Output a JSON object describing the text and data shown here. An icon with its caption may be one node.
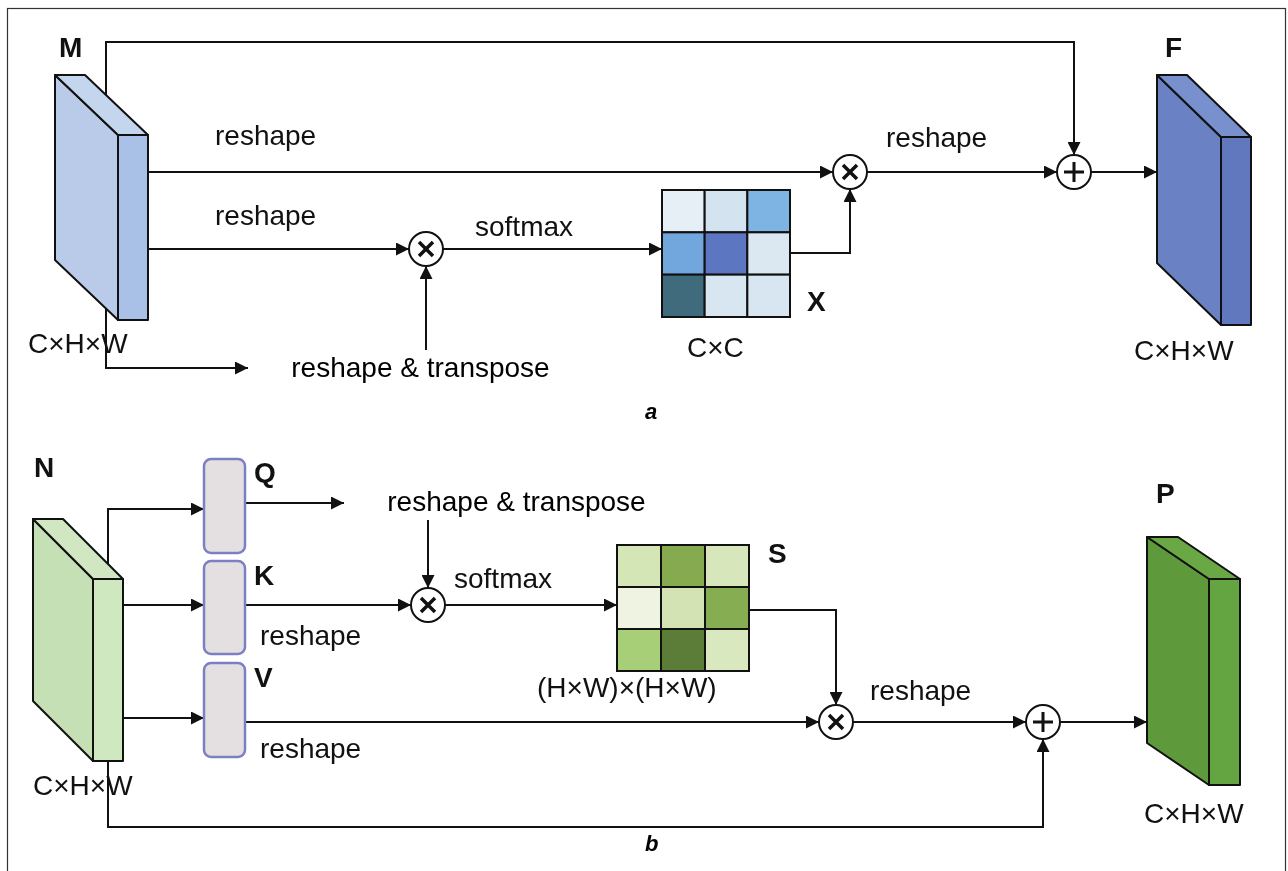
{
  "diagram": {
    "nodes": [
      {
        "text": [
          "M"
        ],
        "beside": [
          "C×H×W"
        ]
      },
      {
        "text": [],
        "shape": "circle"
      },
      {
        "text": [],
        "shape": "circle"
      },
      {
        "text": [
          "reshape & transpose"
        ]
      },
      {
        "text": [
          "X"
        ],
        "beside": [
          "C×C"
        ]
      },
      {
        "text": [],
        "shape": "circle"
      },
      {
        "text": [
          "F"
        ],
        "beside": [
          "C×H×W"
        ]
      },
      {
        "text": [
          "N"
        ],
        "beside": [
          "C×H×W"
        ]
      },
      {
        "text": [
          "Q"
        ]
      },
      {
        "text": [
          "K"
        ]
      },
      {
        "text": [
          "V"
        ]
      },
      {
        "text": [
          "reshape & transpose"
        ]
      },
      {
        "text": [],
        "shape": "circle"
      },
      {
        "text": [
          "S"
        ],
        "beside": [
          "(H×W)×(H×W)"
        ]
      },
      {
        "text": [],
        "shape": "circle"
      },
      {
        "text": [],
        "shape": "circle"
      },
      {
        "text": [
          "P"
        ],
        "beside": [
          "C×H×W"
        ]
      }
    ],
    "edges": [
      {
        "from": 0,
        "to": 5,
        "arrow": "to"
      },
      {
        "from": 0,
        "to": 1,
        "arrow": "to",
        "label": "reshape"
      },
      {
        "from": 1,
        "to": 5,
        "arrow": "to",
        "label": "reshape"
      },
      {
        "from": 5,
        "to": 6,
        "arrow": "to"
      },
      {
        "from": 0,
        "to": 2,
        "arrow": "to",
        "label": "reshape"
      },
      {
        "from": 0,
        "to": 3,
        "arrow": "to"
      },
      {
        "from": 3,
        "to": 2,
        "arrow": "to"
      },
      {
        "from": 2,
        "to": 4,
        "arrow": "to",
        "label": "softmax"
      },
      {
        "from": 4,
        "to": 1,
        "arrow": "to"
      },
      {
        "from": 7,
        "to": 8,
        "arrow": "to"
      },
      {
        "from": 7,
        "to": 9,
        "arrow": "to"
      },
      {
        "from": 7,
        "to": 10,
        "arrow": "to"
      },
      {
        "from": 8,
        "to": 11,
        "arrow": "to"
      },
      {
        "from": 11,
        "to": 12,
        "arrow": "to"
      },
      {
        "from": 9,
        "to": 12,
        "arrow": "to",
        "label": "reshape"
      },
      {
        "from": 12,
        "to": 13,
        "arrow": "to",
        "label": "softmax"
      },
      {
        "from": 13,
        "to": 14,
        "arrow": "to"
      },
      {
        "from": 10,
        "to": 14,
        "arrow": "to",
        "label": "reshape"
      },
      {
        "from": 14,
        "to": 15,
        "arrow": "to",
        "label": "reshape"
      },
      {
        "from": 15,
        "to": 16,
        "arrow": "to"
      },
      {
        "from": 7,
        "to": 15,
        "arrow": "to"
      }
    ],
    "labels": [
      "a",
      "b"
    ]
  }
}
